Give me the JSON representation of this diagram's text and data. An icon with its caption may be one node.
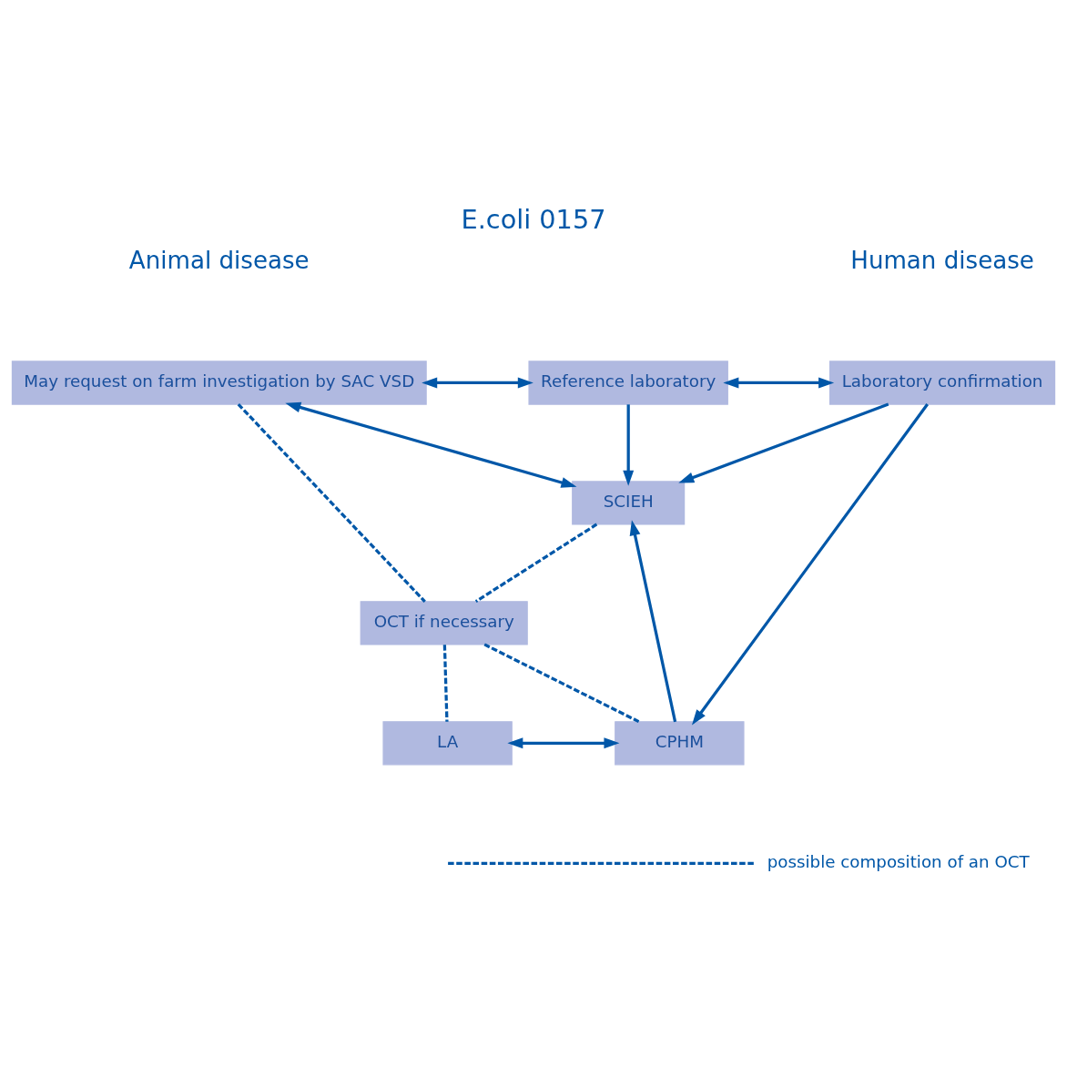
{
  "diagram": {
    "title": "E.coli 0157",
    "nodes": [
      {
        "text": [
          "May request on farm investigation by SAC VSD"
        ]
      },
      {
        "text": [
          "Reference laboratory"
        ]
      },
      {
        "text": [
          "Laboratory confirmation"
        ]
      },
      {
        "text": [
          "SCIEH"
        ]
      },
      {
        "text": [
          "OCT if necessary"
        ]
      },
      {
        "text": [
          "LA"
        ]
      },
      {
        "text": [
          "CPHM"
        ]
      }
    ],
    "edges": [
      {
        "from": 0,
        "to": 1,
        "arrow": "both"
      },
      {
        "from": 1,
        "to": 2,
        "arrow": "both"
      },
      {
        "from": 0,
        "to": 3,
        "arrow": "both"
      },
      {
        "from": 1,
        "to": 3,
        "arrow": "to"
      },
      {
        "from": 2,
        "to": 3,
        "arrow": "to"
      },
      {
        "from": 2,
        "to": 6,
        "arrow": "to"
      },
      {
        "from": 6,
        "to": 3,
        "arrow": "to"
      },
      {
        "from": 5,
        "to": 6,
        "arrow": "both"
      },
      {
        "from": 0,
        "to": 4,
        "arrow": "none",
        "style": "dashed"
      },
      {
        "from": 3,
        "to": 4,
        "arrow": "none",
        "style": "dashed"
      },
      {
        "from": 4,
        "to": 5,
        "arrow": "none",
        "style": "dashed"
      },
      {
        "from": 4,
        "to": 6,
        "arrow": "none",
        "style": "dashed"
      }
    ],
    "labels": [
      "Animal disease",
      "Human disease"
    ],
    "legend": [
      {
        "text": "possible composition of an OCT"
      }
    ]
  }
}
